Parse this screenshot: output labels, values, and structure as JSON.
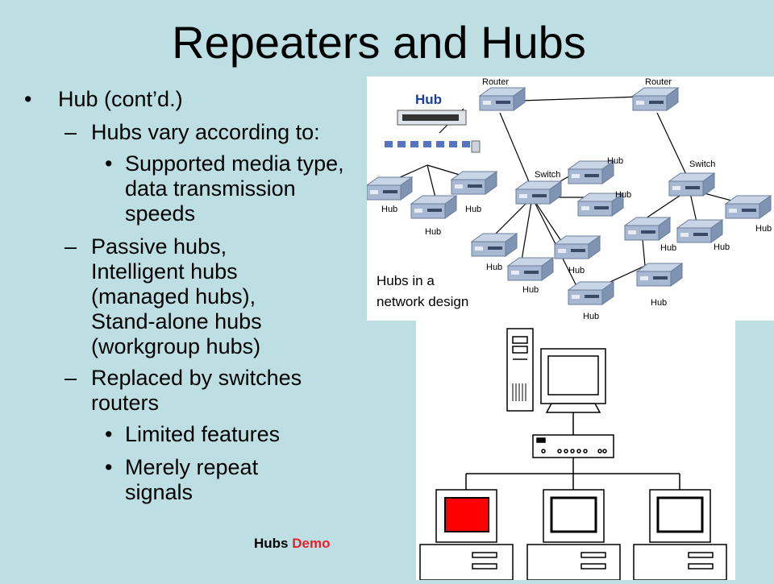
{
  "slide": {
    "title": "Repeaters and Hubs",
    "bullets": [
      {
        "level": 1,
        "marker": "•",
        "text": "Hub (cont’d.)"
      },
      {
        "level": 2,
        "marker": "–",
        "text": "Hubs vary according to:"
      },
      {
        "level": 3,
        "marker": "•",
        "text": "Supported media type, data transmission speeds"
      },
      {
        "level": 2,
        "marker": "–",
        "text": "Passive hubs, Intelligent hubs (managed hubs), Stand-alone hubs (workgroup hubs)"
      },
      {
        "level": 2,
        "marker": "–",
        "text": "Replaced by switches routers"
      },
      {
        "level": 3,
        "marker": "•",
        "text": "Limited features"
      },
      {
        "level": 3,
        "marker": "•",
        "text": "Merely repeat signals"
      }
    ],
    "demo_link": {
      "part1": "Hubs",
      "part2": "Demo"
    }
  },
  "network_figure": {
    "caption_line1": "Hubs in a",
    "caption_line2": "network design",
    "labels": {
      "hub_title": "Hub",
      "router": "Router",
      "switch": "Switch",
      "hub": "Hub"
    }
  },
  "colors": {
    "background": "#bddfe3",
    "device_blue": "#8fa8c8",
    "demo_red": "#e8202a",
    "highlight_screen": "#ff0000"
  }
}
